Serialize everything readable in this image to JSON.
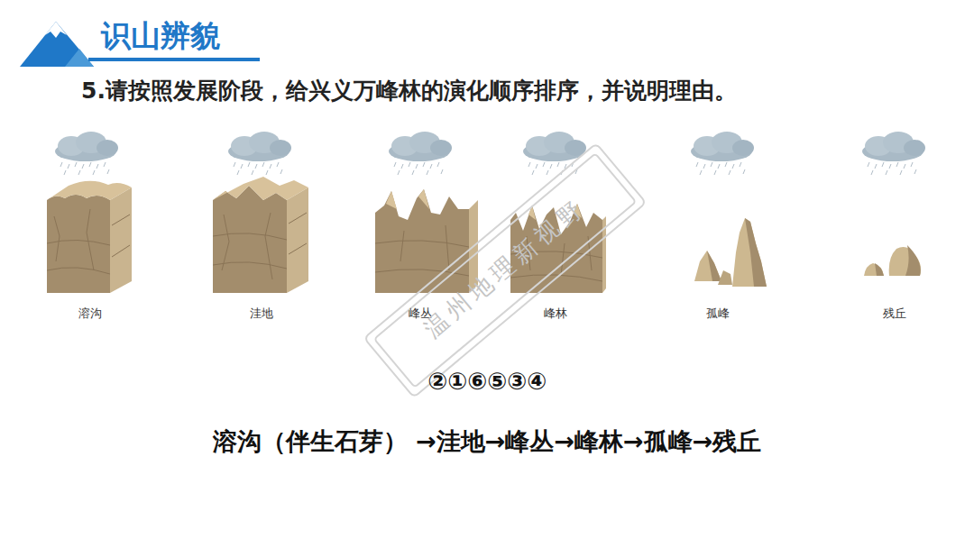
{
  "diagram": {
    "title": "识山辨貌",
    "labels": [
      "5.请按照发展阶段，给兴义万峰林的演化顺序排序，并说明理由。",
      "溶沟",
      "洼地",
      "峰丛",
      "峰林",
      "孤峰",
      "残丘",
      "②①⑥⑤③④",
      "溶沟（伴生石芽） →洼地→峰丛→峰林→孤峰→残丘",
      "温州地理新视野"
    ]
  }
}
